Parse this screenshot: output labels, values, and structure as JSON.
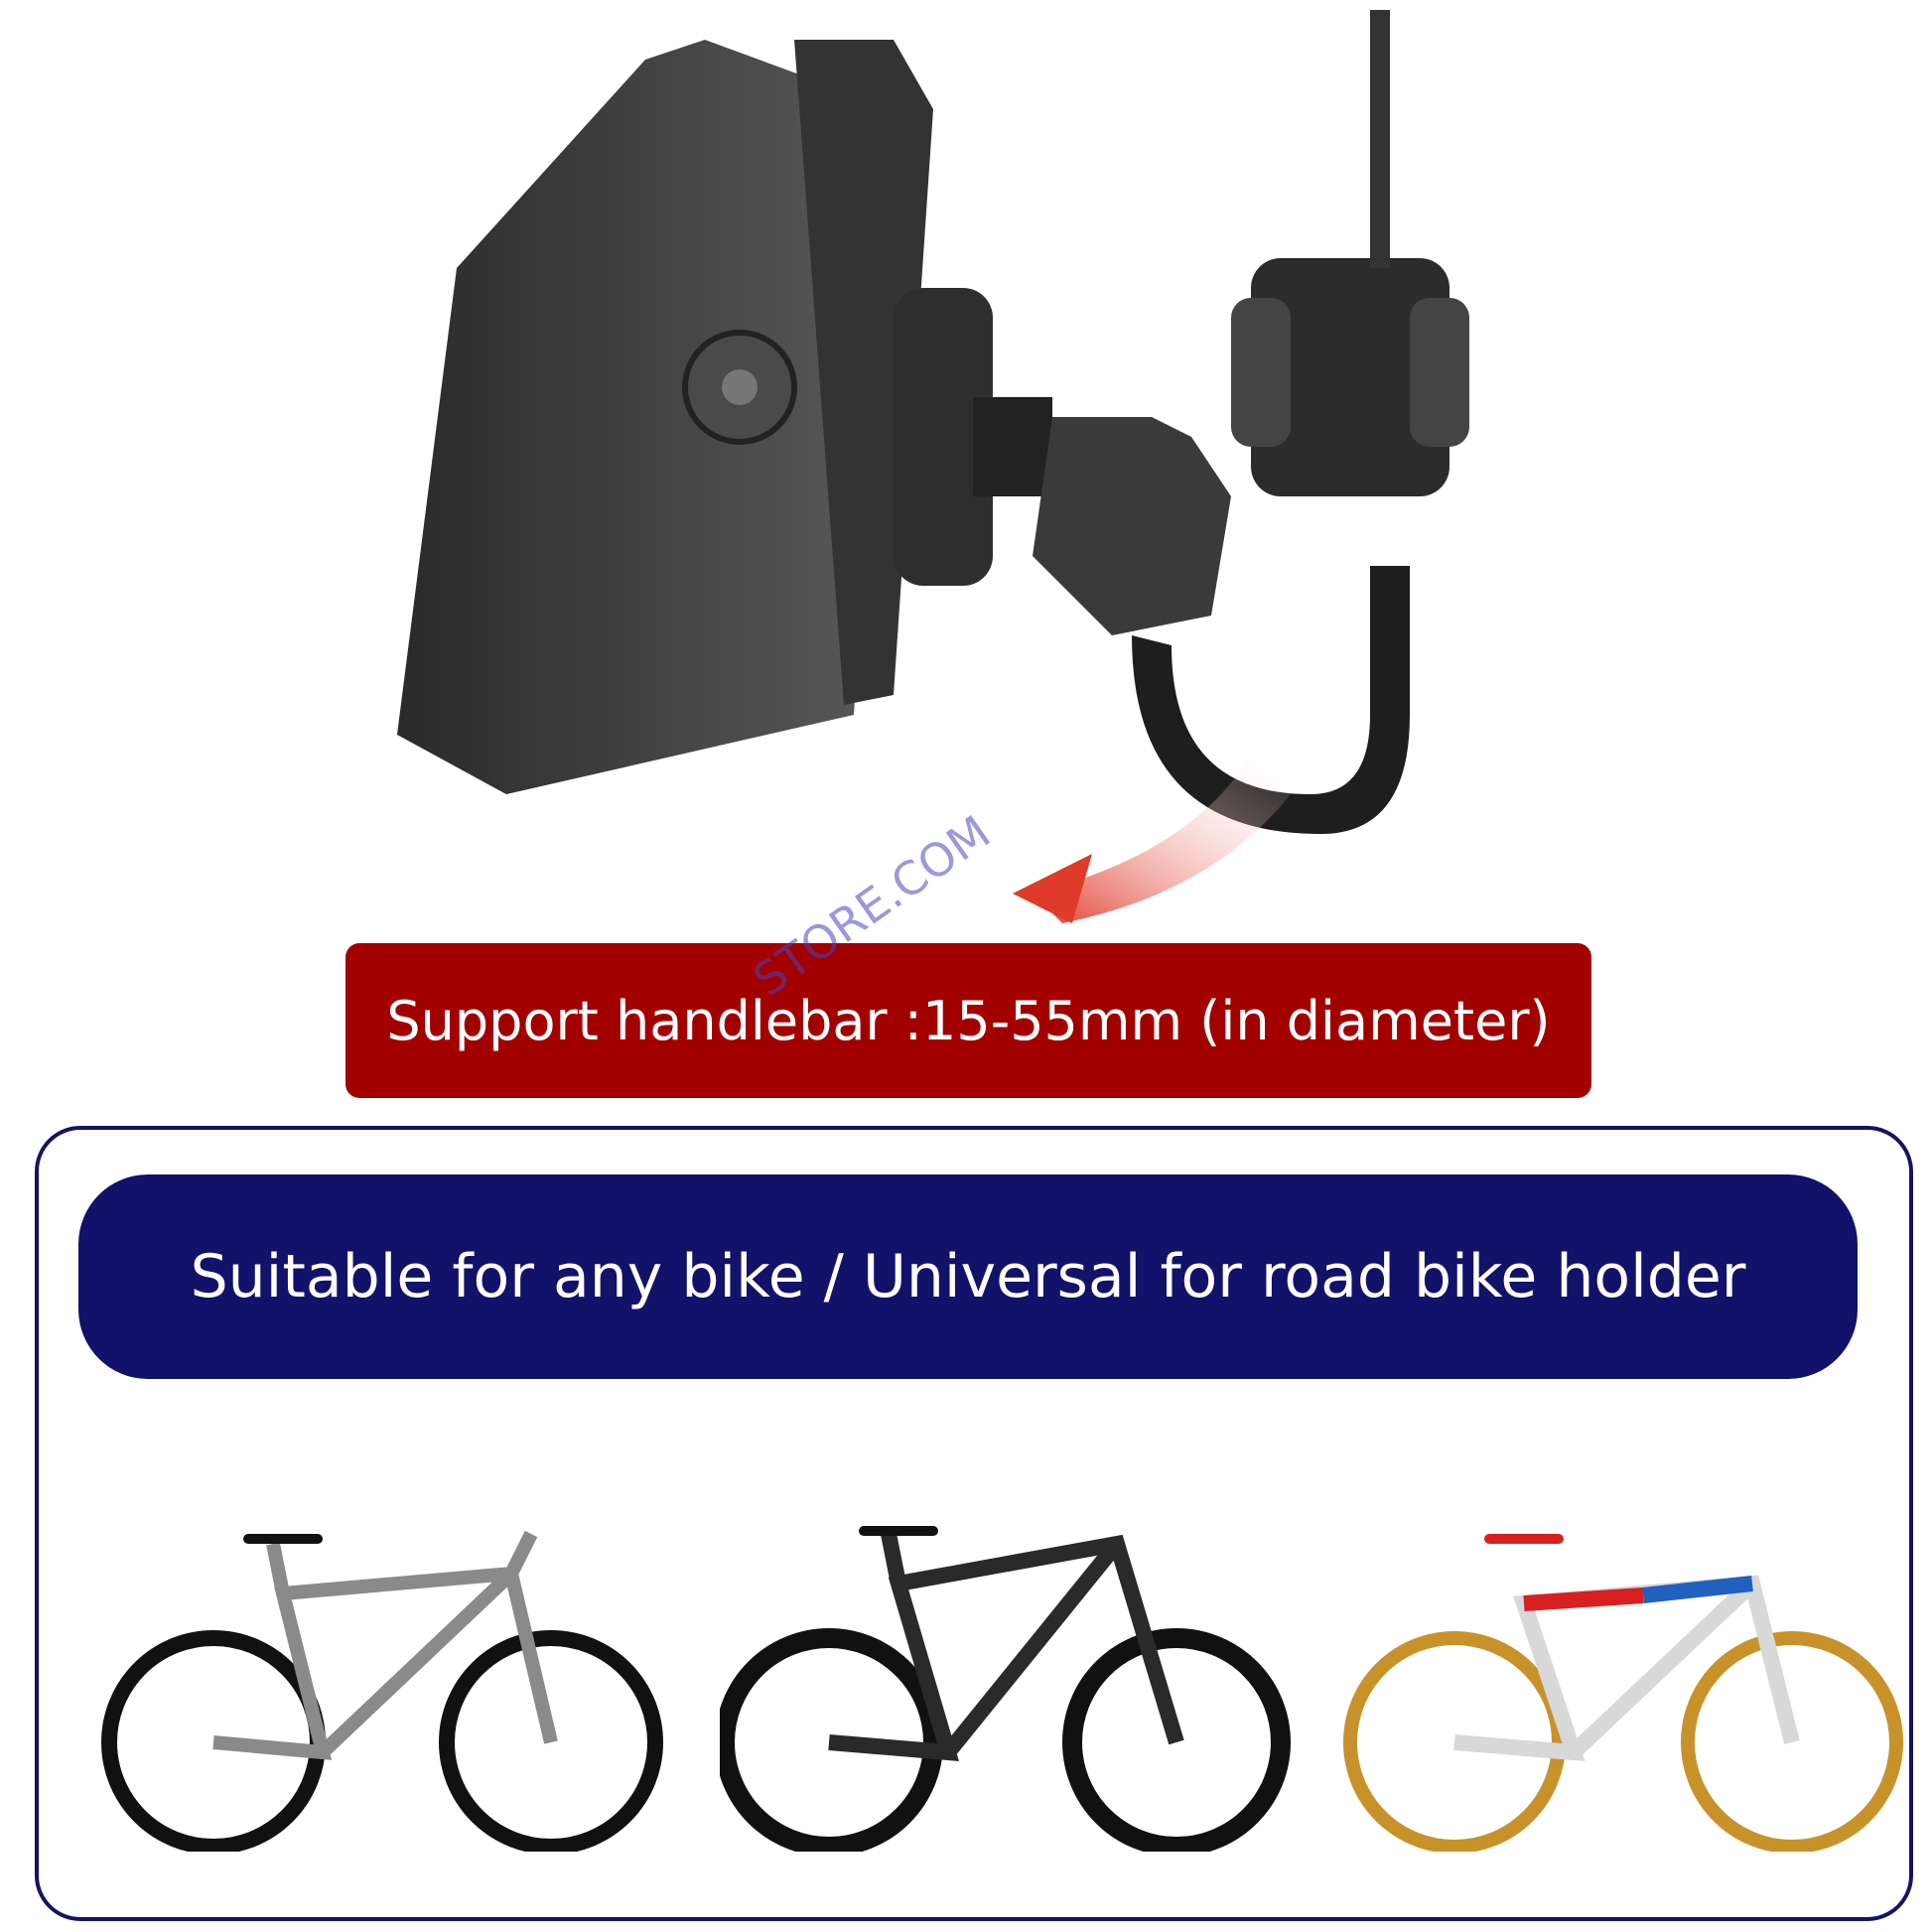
{
  "mount": {
    "caption": "Support handlebar :15-55mm (in diameter)"
  },
  "watermark": "STORE.COM",
  "compatibility": {
    "title": "Suitable for any bike / Universal for road bike holder"
  },
  "bikes": [
    {
      "type": "gravel-bike",
      "color": "#8a8a8a"
    },
    {
      "type": "mountain-bike",
      "color": "#2a2a2a"
    },
    {
      "type": "road-bike",
      "color": "#d82020"
    }
  ],
  "colors": {
    "banner_red": "#a30000",
    "navy": "#12126a",
    "arrow": "#e03a2a"
  }
}
